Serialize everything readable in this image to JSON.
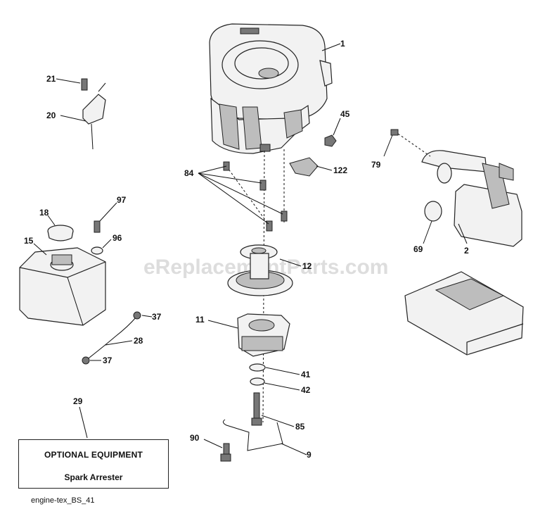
{
  "watermark": "eReplacementParts.com",
  "callouts": {
    "c1": "1",
    "c2": "2",
    "c9": "9",
    "c11": "11",
    "c12": "12",
    "c15": "15",
    "c18": "18",
    "c20": "20",
    "c21": "21",
    "c28": "28",
    "c29": "29",
    "c37a": "37",
    "c37b": "37",
    "c41": "41",
    "c42": "42",
    "c45": "45",
    "c69": "69",
    "c79": "79",
    "c84": "84",
    "c85": "85",
    "c90": "90",
    "c96": "96",
    "c97": "97",
    "c122": "122"
  },
  "optional_box": {
    "title": "OPTIONAL EQUIPMENT",
    "item": "Spark Arrester"
  },
  "caption": "engine-tex_BS_41"
}
